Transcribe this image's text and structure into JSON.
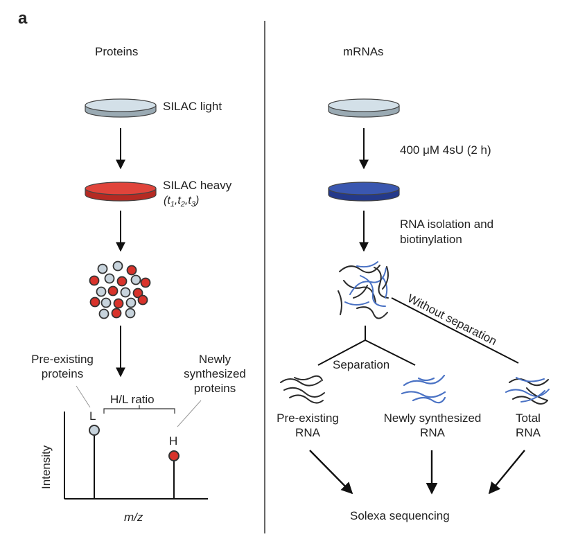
{
  "panel_label": "a",
  "proteins": {
    "title": "Proteins",
    "step1": "SILAC  light",
    "step2_line1": "SILAC heavy",
    "step2_line2": "(t1,t2,t3)",
    "pre_existing_line1": "Pre-existing",
    "pre_existing_line2": "proteins",
    "newly_line1": "Newly",
    "newly_line2": "synthesized",
    "newly_line3": "proteins",
    "ratio_label": "H/L ratio",
    "peak_light": "L",
    "peak_heavy": "H",
    "y_axis_label": "Intensity",
    "x_axis_label": "m/z"
  },
  "mrnas": {
    "title": "mRNAs",
    "step1": "400 μM 4sU (2 h)",
    "step2_line1": "RNA isolation and",
    "step2_line2": "biotinylation",
    "separation": "Separation",
    "without_separation": "Without separation",
    "pre_existing_line1": "Pre-existing",
    "pre_existing_line2": "RNA",
    "newly_line1": "Newly synthesized",
    "newly_line2": "RNA",
    "total_line1": "Total",
    "total_line2": "RNA",
    "sequencing": "Solexa sequencing"
  },
  "colors": {
    "light_dish": "#c9d8e0",
    "heavy_dish": "#dd3a32",
    "labeled_rna_dish": "#3350a8",
    "protein_light": "#c7d3dc",
    "protein_heavy": "#d8332b",
    "rna_new": "#4a72c4",
    "rna_old": "#2a2a2a"
  }
}
